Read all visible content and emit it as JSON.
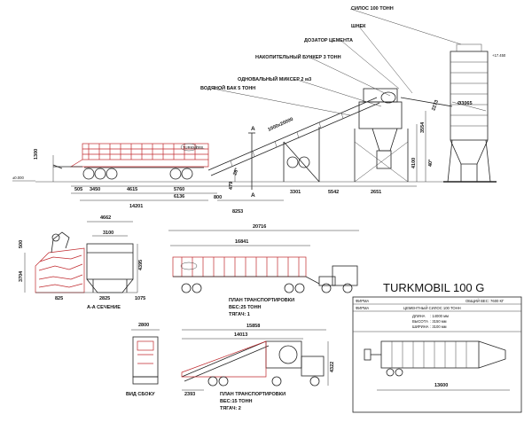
{
  "labels": {
    "silo": "СИЛОС 100 ТОНН",
    "screw": "ШНЕК",
    "cement_doser": "ДОЗАТОР ЦЕМЕНТА",
    "bunker": "НАКОПИТЕЛЬНЫЙ БУНКЕР 3 ТОНН",
    "mixer": "ОДНОВАЛЬНЫЙ МИКСЕР 2 м3",
    "water_tank": "ВОДЯНОЙ БАК 5 ТОНН",
    "section": "A-A СЕЧЕНИЕ",
    "side_view": "ВИД СБОКУ",
    "transport_plan_1": "ПЛАН ТРАНСПОРТИРОВКИ",
    "weight_1": "ВЕС:25 ТОНН",
    "tow_1": "ТЯГАЧ: 1",
    "transport_plan_2": "ПЛАН ТРАНСПОРТИРОВКИ",
    "weight_2": "ВЕС:15 ТОНН",
    "tow_2": "ТЯГАЧ: 2",
    "model": "TURKMOBIL 100 G",
    "section_mark_1": "A",
    "section_mark_2": "A"
  },
  "dimensions": {
    "top": [
      "505",
      "3450",
      "4615",
      "5760",
      "6136",
      "14201",
      "800",
      "8253",
      "3301",
      "5542",
      "2651",
      "1300",
      "4100",
      "3554",
      "1000x20000",
      "2273",
      "Ø3065",
      "40°",
      "28°",
      "479"
    ],
    "levels": [
      "±0.000",
      "+17.450"
    ],
    "section": [
      "4662",
      "3100",
      "500",
      "3704",
      "4395",
      "825",
      "2825",
      "1075"
    ],
    "transport1": [
      "20716",
      "16841"
    ],
    "transport2": [
      "15858",
      "14013",
      "4322",
      "2393"
    ],
    "side": [
      "2800"
    ],
    "silo_plan": [
      "13600"
    ]
  },
  "silo_table": {
    "header_left": "ФИРМА",
    "header_right": "ОБЩИЙ ВЕС: 7600 КГ",
    "sub_left": "ФИРМА",
    "sub_mid": "ЦЕМЕНТНЫЙ СИЛОС 100 ТОНН",
    "rows": [
      {
        "label": "ДЛИНА",
        "value": ": 14000 мм"
      },
      {
        "label": "ВЫСОТА",
        "value": ": 3150 мм"
      },
      {
        "label": "ШИРИНА",
        "value": ": 3100 мм"
      }
    ]
  },
  "colors": {
    "red": "#c0282d",
    "line": "#222222"
  }
}
